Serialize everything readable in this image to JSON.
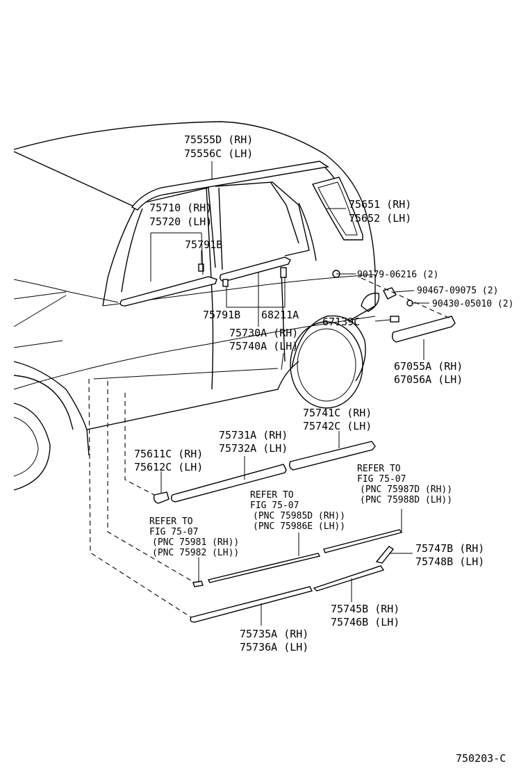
{
  "labels": {
    "roof_rh": "75555D (RH)",
    "roof_lh": "75556C (LH)",
    "front_belt_rh": "75710 (RH)",
    "front_belt_lh": "75720 (LH)",
    "clip_75791b_a": "75791B",
    "quarter_rh": "75651 (RH)",
    "quarter_lh": "75652 (LH)",
    "screw_90179": "90179-06216 (2)",
    "clip_90467": "90467-09075 (2)",
    "nut_90430": "90430-05010 (2)",
    "clip_75791b_b": "75791B",
    "clip_68211a": "68211A",
    "pad_67139c": "67139C",
    "rear_belt_rh": "75730A (RH)",
    "rear_belt_lh": "75740A (LH)",
    "mudguard_rh": "67055A (RH)",
    "mudguard_lh": "67056A (LH)",
    "rear_side_rh": "75741C (RH)",
    "rear_side_lh": "75742C (LH)",
    "front_side_rh": "75731A (RH)",
    "front_side_lh": "75732A (LH)",
    "end_rh": "75611C (RH)",
    "end_lh": "75612C (LH)",
    "ref3_1": "REFER TO",
    "ref3_2": "FIG 75-07",
    "ref3_3": "(PNC 75987D (RH))",
    "ref3_4": "(PNC 75988D (LH))",
    "ref2_1": "REFER TO",
    "ref2_2": "FIG 75-07",
    "ref2_3": "(PNC 75985D (RH))",
    "ref2_4": "(PNC 75986E (LH))",
    "ref1_1": "REFER TO",
    "ref1_2": "FIG 75-07",
    "ref1_3": "(PNC 75981 (RH))",
    "ref1_4": "(PNC 75982 (LH))",
    "rocker_end_rh": "75747B (RH)",
    "rocker_end_lh": "75748B (LH)",
    "rocker_rear_rh": "75745B (RH)",
    "rocker_rear_lh": "75746B (LH)",
    "rocker_rh": "75735A (RH)",
    "rocker_lh": "75736A (LH)",
    "figure_code": "750203-C"
  }
}
